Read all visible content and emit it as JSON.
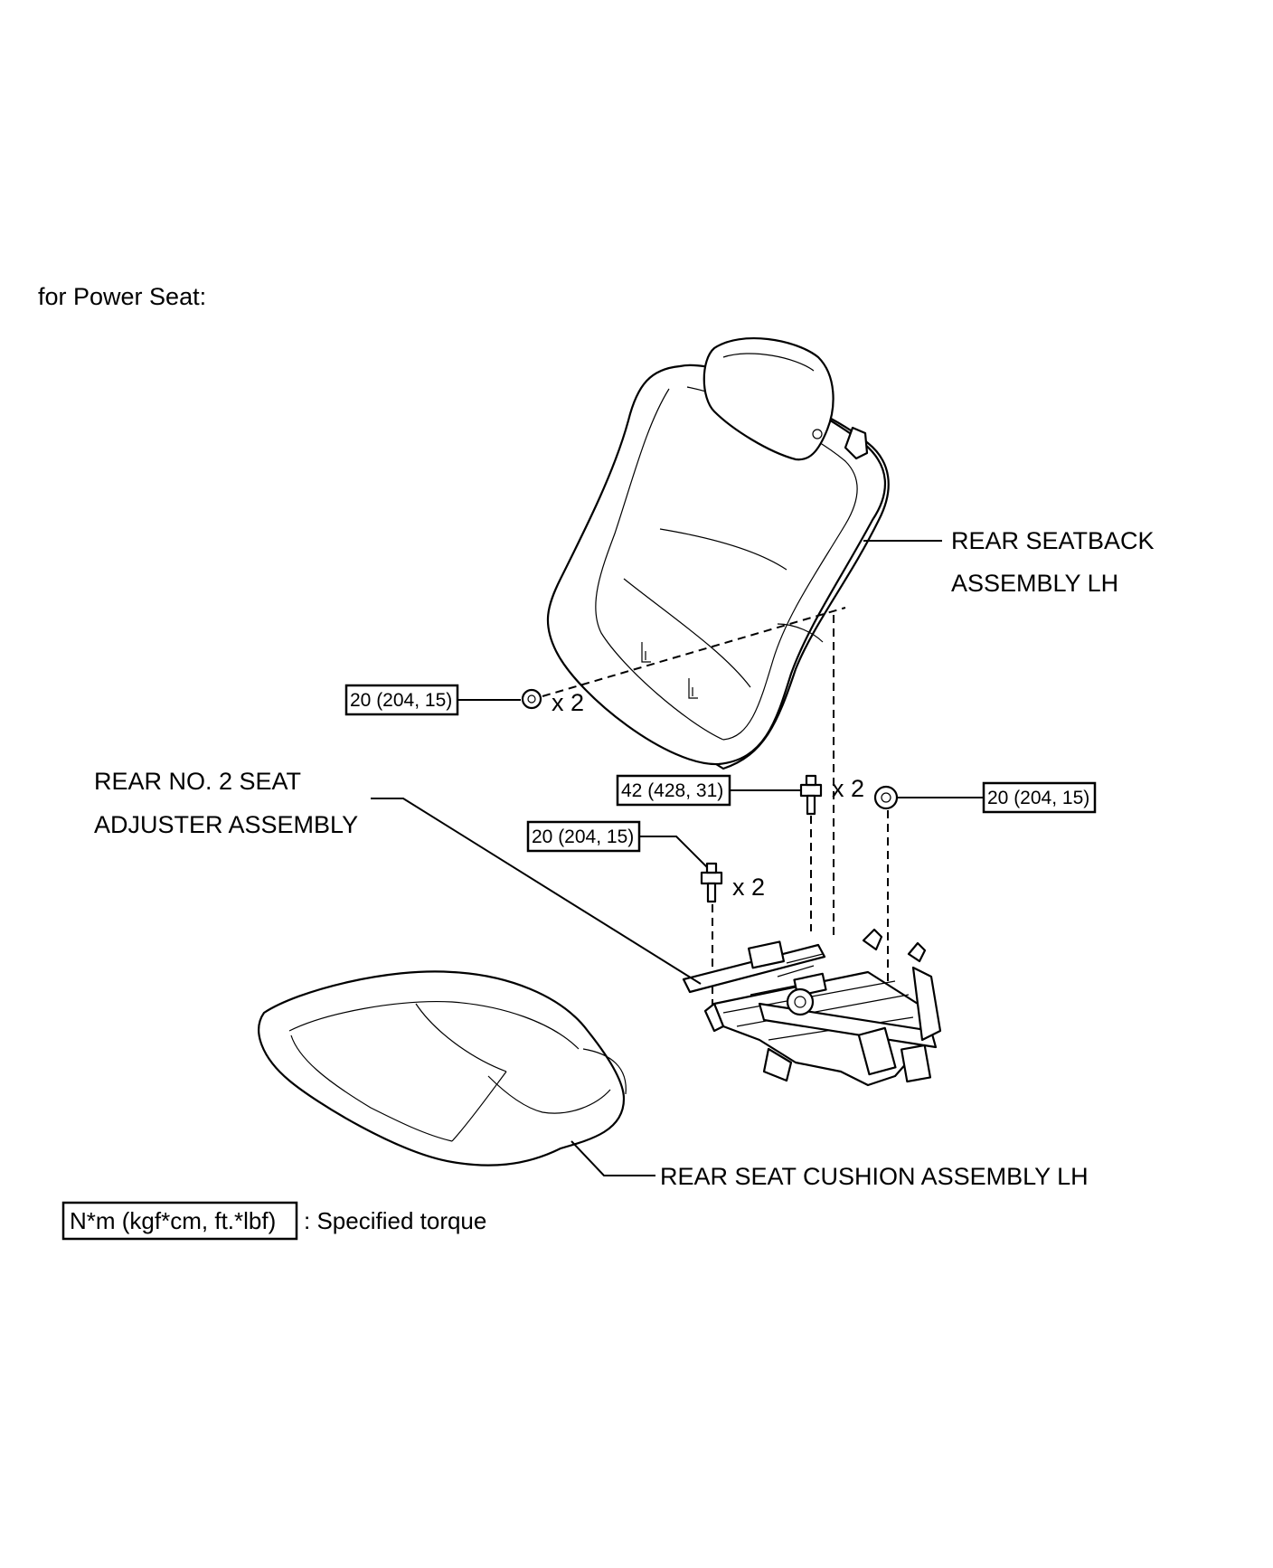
{
  "header": {
    "title": "for Power Seat:"
  },
  "parts": {
    "seatback": {
      "line1": "REAR SEATBACK",
      "line2": "ASSEMBLY LH"
    },
    "adjuster": {
      "line1": "REAR NO. 2 SEAT",
      "line2": "ADJUSTER ASSEMBLY"
    },
    "cushion": {
      "label": "REAR SEAT CUSHION ASSEMBLY LH"
    }
  },
  "fasteners": {
    "seatback_nut": {
      "torque": "20 (204, 15)",
      "qty": "x 2"
    },
    "center_bolt": {
      "torque": "42 (428, 31)",
      "qty": "x 2"
    },
    "right_nut": {
      "torque": "20 (204, 15)"
    },
    "left_bolt": {
      "torque": "20 (204, 15)",
      "qty": "x 2"
    }
  },
  "legend": {
    "unit": "N*m (kgf*cm, ft.*lbf)",
    "description": ": Specified torque"
  }
}
